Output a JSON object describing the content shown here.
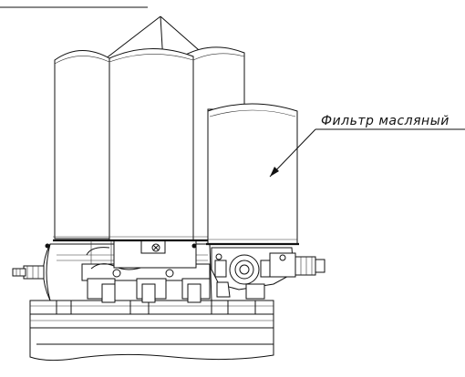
{
  "diagram": {
    "oil_filter_label": "Фильтр масляный",
    "colors": {
      "ink": "#111111",
      "paper": "#ffffff"
    },
    "callouts": [
      {
        "id": "fuel-filters-leader",
        "targets": 3
      },
      {
        "id": "oil-filter-leader",
        "targets": 1
      }
    ]
  }
}
